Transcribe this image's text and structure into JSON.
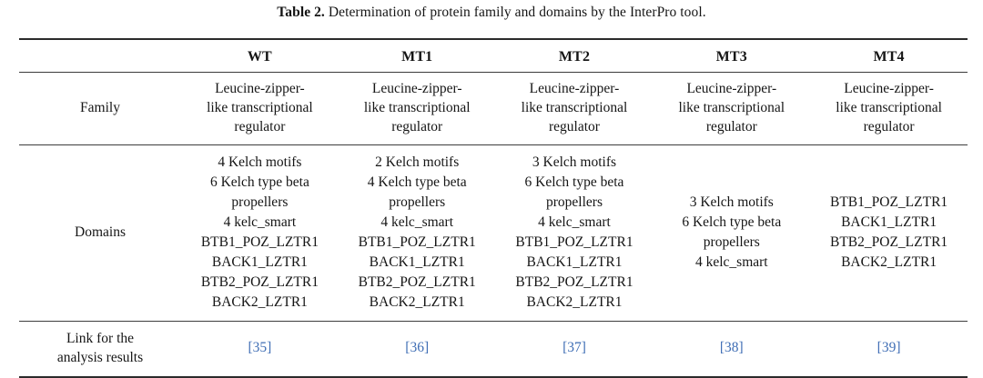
{
  "caption": {
    "label": "Table 2.",
    "text": " Determination of protein family and domains by the InterPro tool."
  },
  "table": {
    "columns": [
      "",
      "WT",
      "MT1",
      "MT2",
      "MT3",
      "MT4"
    ],
    "rows": [
      {
        "label": "Family",
        "cells": [
          [
            "Leucine-zipper-",
            "like transcriptional",
            "regulator"
          ],
          [
            "Leucine-zipper-",
            "like transcriptional",
            "regulator"
          ],
          [
            "Leucine-zipper-",
            "like transcriptional",
            "regulator"
          ],
          [
            "Leucine-zipper-",
            "like transcriptional",
            "regulator"
          ],
          [
            "Leucine-zipper-",
            "like transcriptional",
            "regulator"
          ]
        ]
      },
      {
        "label": "Domains",
        "cells": [
          [
            "4 Kelch motifs",
            "6 Kelch type beta",
            "propellers",
            "4 kelc_smart",
            "BTB1_POZ_LZTR1",
            "BACK1_LZTR1",
            "BTB2_POZ_LZTR1",
            "BACK2_LZTR1"
          ],
          [
            "2 Kelch motifs",
            "4 Kelch type beta",
            "propellers",
            "4 kelc_smart",
            "BTB1_POZ_LZTR1",
            "BACK1_LZTR1",
            "BTB2_POZ_LZTR1",
            "BACK2_LZTR1"
          ],
          [
            "3 Kelch motifs",
            "6 Kelch type beta",
            "propellers",
            "4 kelc_smart",
            "BTB1_POZ_LZTR1",
            "BACK1_LZTR1",
            "BTB2_POZ_LZTR1",
            "BACK2_LZTR1"
          ],
          [
            "3 Kelch motifs",
            "6 Kelch type beta",
            "propellers",
            "4 kelc_smart"
          ],
          [
            "BTB1_POZ_LZTR1",
            "BACK1_LZTR1",
            "BTB2_POZ_LZTR1",
            "BACK2_LZTR1"
          ]
        ]
      },
      {
        "label": [
          "Link for the",
          "analysis results"
        ],
        "cells": [
          "[35]",
          "[36]",
          "[37]",
          "[38]",
          "[39]"
        ]
      }
    ]
  },
  "colors": {
    "link": "#3f6eb5",
    "rule": "#2b2b2b",
    "text": "#151515"
  }
}
